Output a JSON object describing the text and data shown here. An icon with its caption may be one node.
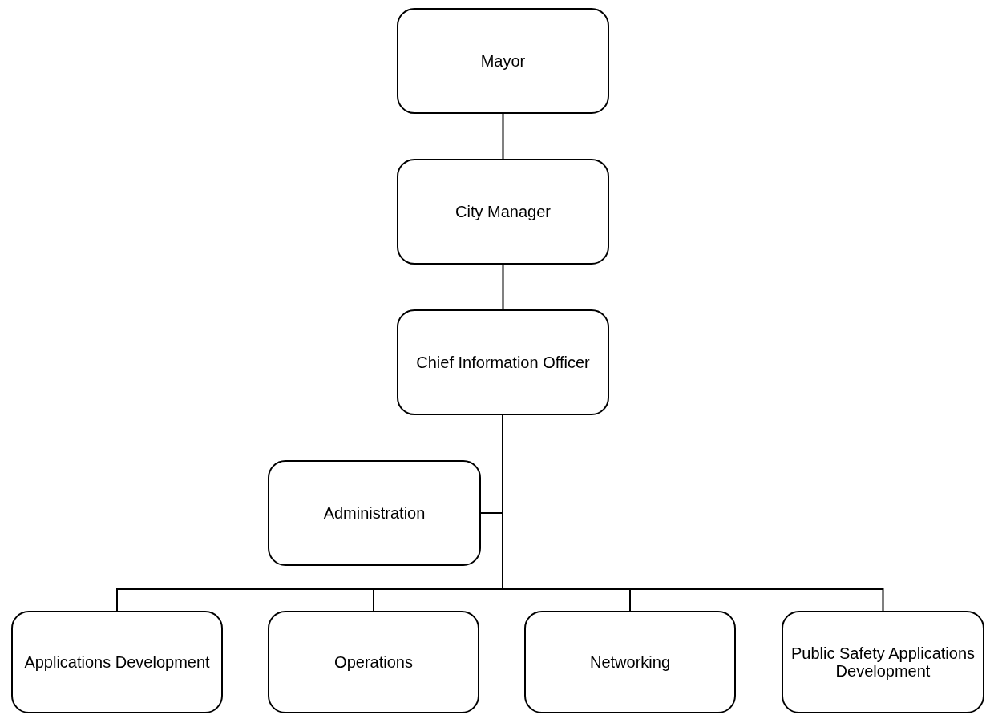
{
  "diagram": {
    "nodes": [
      {
        "text": [
          "Mayor"
        ]
      },
      {
        "text": [
          "City Manager"
        ]
      },
      {
        "text": [
          "Chief Information Officer"
        ]
      },
      {
        "text": [
          "Administration"
        ]
      },
      {
        "text": [
          "Applications Development"
        ]
      },
      {
        "text": [
          "Operations"
        ]
      },
      {
        "text": [
          "Networking"
        ]
      },
      {
        "text": [
          "Public Safety Applications Development"
        ]
      }
    ],
    "edges": [
      {
        "from": 0,
        "to": 1,
        "arrow": "none"
      },
      {
        "from": 1,
        "to": 2,
        "arrow": "none"
      },
      {
        "from": 2,
        "to": 3,
        "arrow": "none"
      },
      {
        "from": 2,
        "to": 4,
        "arrow": "none"
      },
      {
        "from": 2,
        "to": 5,
        "arrow": "none"
      },
      {
        "from": 2,
        "to": 6,
        "arrow": "none"
      },
      {
        "from": 2,
        "to": 7,
        "arrow": "none"
      }
    ]
  }
}
